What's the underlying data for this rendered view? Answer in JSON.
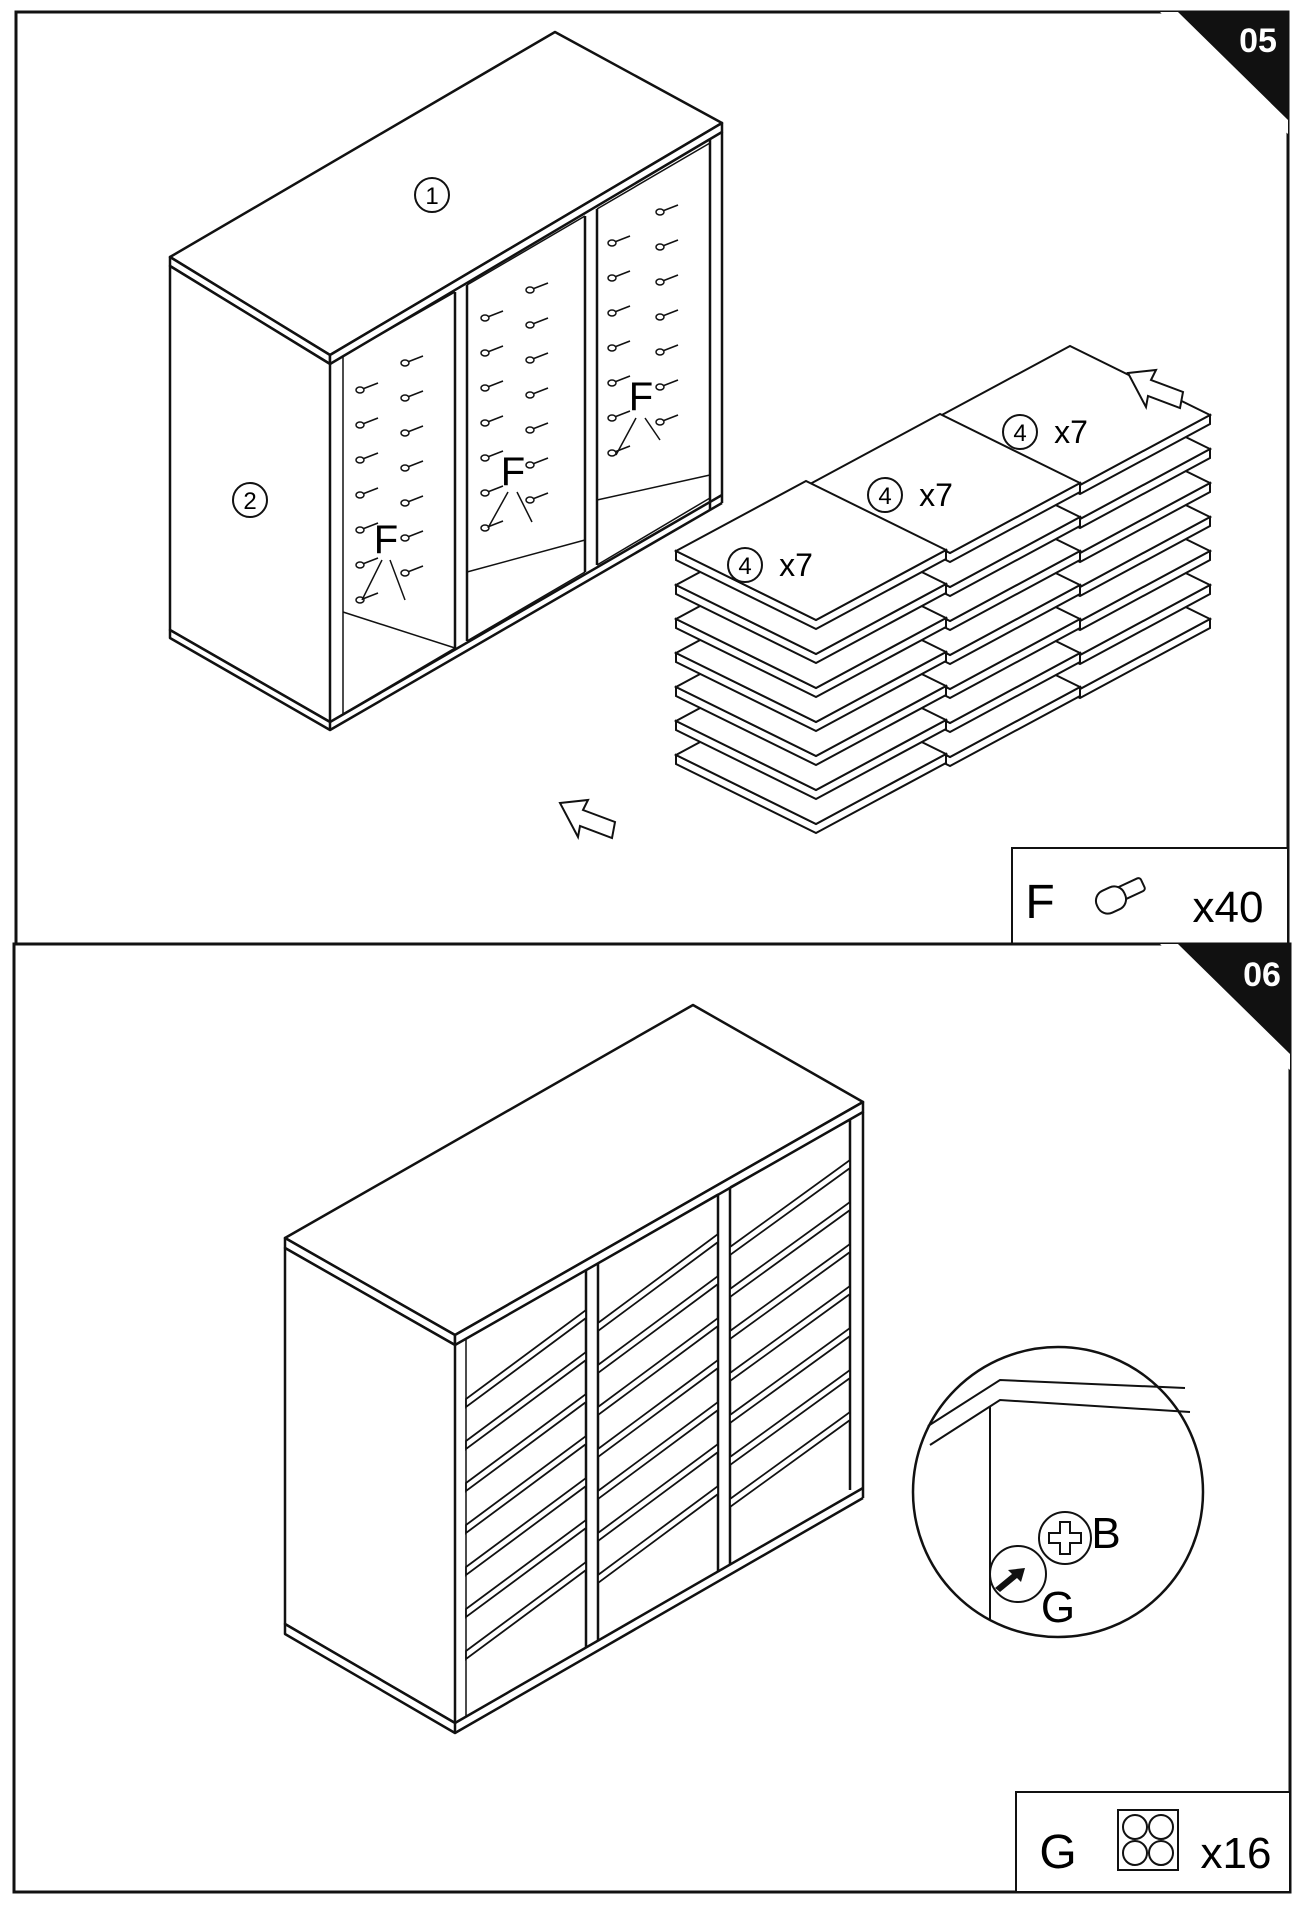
{
  "steps": [
    {
      "number": "05",
      "part_labels": {
        "top_panel": "1",
        "side_panel": "2"
      },
      "fastener_label": "F",
      "shelf_stacks": [
        {
          "part": "4",
          "quantity_label": "x7"
        },
        {
          "part": "4",
          "quantity_label": "x7"
        },
        {
          "part": "4",
          "quantity_label": "x7"
        }
      ],
      "hardware": {
        "label": "F",
        "quantity": "x40",
        "icon": "shelf-pin-icon"
      }
    },
    {
      "number": "06",
      "detail": {
        "screw_label": "B",
        "cover_label": "G"
      },
      "hardware": {
        "label": "G",
        "quantity": "x16",
        "icon": "cover-cap-sheet-icon"
      }
    }
  ],
  "colors": {
    "line": "#111111",
    "badge": "#111111",
    "badge_text": "#ffffff",
    "paper": "#ffffff"
  }
}
